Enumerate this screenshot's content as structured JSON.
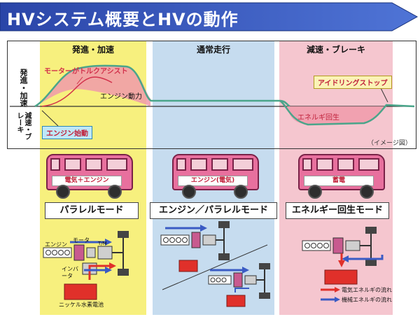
{
  "title": "HVシステム概要とHVの動作",
  "phases": [
    {
      "heading": "発進・加速",
      "mode": "パラレルモード",
      "bus_label": "電気＋エンジン"
    },
    {
      "heading": "通常走行",
      "mode": "エンジン／パラレルモード",
      "bus_label": "エンジン(電気)"
    },
    {
      "heading": "減速・ブレーキ",
      "mode": "エネルギー回生モード",
      "bus_label": "蓄電"
    }
  ],
  "graph": {
    "y_upper_label": "発進・加速",
    "y_lower_label": "減速・ブレーキ",
    "motor_assist": "モーターがトルクアシスト",
    "engine_power": "エンジン動力",
    "engine_start": "エンジン始動",
    "idling_stop": "アイドリングストップ",
    "regen": "エネルギ回生",
    "image_note": "（イメージ図）"
  },
  "diagram_labels": {
    "engine": "エンジン",
    "motor": "モータ",
    "inverter": "インバータ",
    "battery": "ニッケル水素電池",
    "tm": "T/M"
  },
  "legend": [
    {
      "label": "電気エネルギの流れ",
      "color": "#e0302a"
    },
    {
      "label": "機械エネルギの流れ",
      "color": "#3a5bc4"
    }
  ],
  "colors": {
    "banner": "#2f4fb8",
    "phase1": "#f7f07e",
    "phase2": "#c6dcef",
    "phase3": "#f5c6cf"
  }
}
